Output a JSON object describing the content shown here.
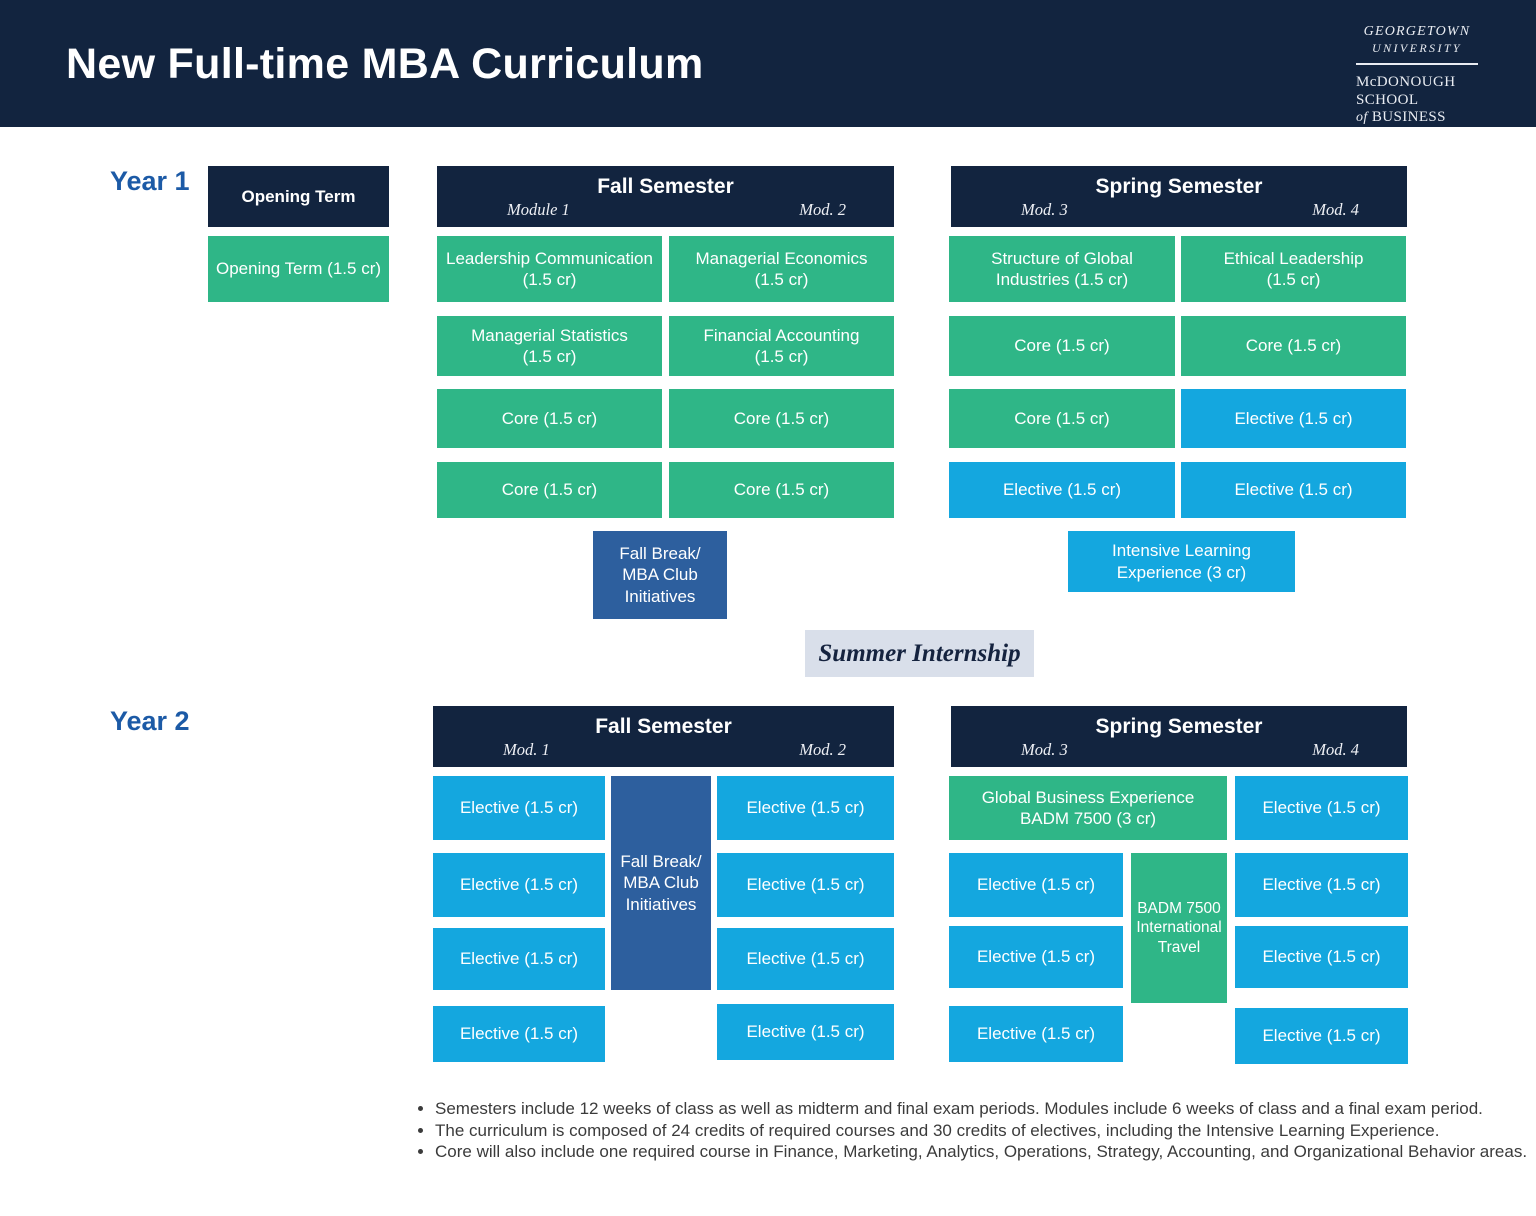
{
  "header": {
    "title": "New Full-time MBA Curriculum",
    "logo": {
      "university_line1": "GEORGETOWN",
      "university_line2": "UNIVERSITY",
      "school_line1": "McDONOUGH",
      "school_line2": "SCHOOL",
      "school_of": "of",
      "school_line3": "BUSINESS"
    }
  },
  "year1": {
    "label": "Year 1",
    "opening": {
      "header": "Opening Term",
      "course": "Opening Term (1.5 cr)"
    },
    "fall": {
      "title": "Fall Semester",
      "mod_left": "Module 1",
      "mod_right": "Mod. 2",
      "cells": [
        "Leadership Communication\n(1.5 cr)",
        "Managerial Economics\n(1.5 cr)",
        "Managerial Statistics\n(1.5 cr)",
        "Financial Accounting\n(1.5 cr)",
        "Core (1.5 cr)",
        "Core (1.5 cr)",
        "Core (1.5 cr)",
        "Core (1.5 cr)"
      ],
      "break_label": "Fall Break/\nMBA Club\nInitiatives"
    },
    "spring": {
      "title": "Spring Semester",
      "mod_left": "Mod. 3",
      "mod_right": "Mod. 4",
      "cells": [
        "Structure of Global\nIndustries (1.5 cr)",
        "Ethical Leadership\n(1.5 cr)",
        "Core (1.5 cr)",
        "Core (1.5 cr)",
        "Core (1.5 cr)",
        "Elective (1.5 cr)",
        "Elective (1.5 cr)",
        "Elective (1.5 cr)"
      ],
      "ile_label": "Intensive Learning\nExperience (3 cr)"
    }
  },
  "summer_label": "Summer Internship",
  "year2": {
    "label": "Year 2",
    "fall": {
      "title": "Fall Semester",
      "mod_left": "Mod. 1",
      "mod_right": "Mod. 2",
      "left": [
        "Elective (1.5 cr)",
        "Elective (1.5 cr)",
        "Elective (1.5 cr)",
        "Elective (1.5 cr)"
      ],
      "right": [
        "Elective (1.5 cr)",
        "Elective (1.5 cr)",
        "Elective (1.5 cr)",
        "Elective (1.5 cr)"
      ],
      "break_label": "Fall Break/\nMBA Club\nInitiatives"
    },
    "spring": {
      "title": "Spring Semester",
      "mod_left": "Mod. 3",
      "mod_right": "Mod. 4",
      "gbe_label": "Global Business Experience\nBADM 7500 (3 cr)",
      "row1_right": "Elective (1.5 cr)",
      "left": [
        "Elective (1.5 cr)",
        "Elective (1.5 cr)",
        "Elective (1.5 cr)"
      ],
      "right": [
        "Elective (1.5 cr)",
        "Elective (1.5 cr)",
        "Elective (1.5 cr)"
      ],
      "travel_label": "BADM 7500\nInternational\nTravel"
    }
  },
  "footnotes": [
    "Semesters include 12 weeks of class as well as midterm and final exam periods. Modules include 6 weeks of class and a final exam period.",
    "The curriculum is composed of 24 credits of required courses and 30 credits of electives, including the Intensive Learning Experience.",
    "Core will also include one required course in Finance, Marketing, Analytics, Operations, Strategy, Accounting, and Organizational Behavior areas."
  ],
  "colors": {
    "navy": "#12243F",
    "green": "#2FB687",
    "blue": "#14A7DF",
    "mid_blue": "#2D5F9E",
    "summer_bg": "#D9DFEA",
    "year_label_blue": "#1C5AA6"
  }
}
